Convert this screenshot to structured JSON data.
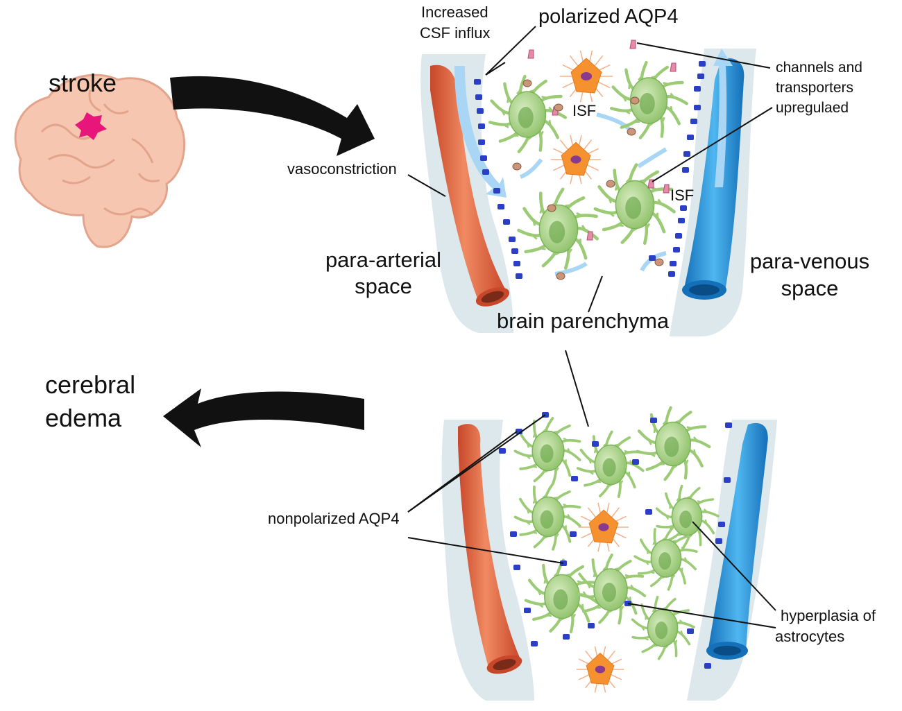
{
  "labels": {
    "stroke": "stroke",
    "cerebral_edema_1": "cerebral",
    "cerebral_edema_2": "edema",
    "increased_csf_1": "Increased",
    "increased_csf_2": "CSF influx",
    "polarized_aqp4": "polarized AQP4",
    "channels_1": "channels and",
    "channels_2": "transporters",
    "channels_3": "upregulaed",
    "isf_top": "ISF",
    "isf_right": "ISF",
    "vasoconstriction": "vasoconstriction",
    "para_arterial_1": "para-arterial",
    "para_arterial_2": "space",
    "para_venous_1": "para-venous",
    "para_venous_2": "space",
    "brain_parenchyma": "brain parenchyma",
    "nonpolarized_aqp4": "nonpolarized AQP4",
    "hyperplasia_1": "hyperplasia of",
    "hyperplasia_2": "astrocytes"
  },
  "colors": {
    "brain": "#f7c6b0",
    "brain_outline": "#e3a48c",
    "lesion": "#e8157a",
    "artery": "#e2603a",
    "vein": "#1e8fdc",
    "perivascular_space": "#dce8ec",
    "astrocyte": "#a9d484",
    "astrocyte_dark": "#6faa4e",
    "neuron": "#f5922f",
    "aqp4": "#2b3fc6",
    "flow_arrow": "#a9d6f5",
    "big_arrow": "#111111"
  }
}
